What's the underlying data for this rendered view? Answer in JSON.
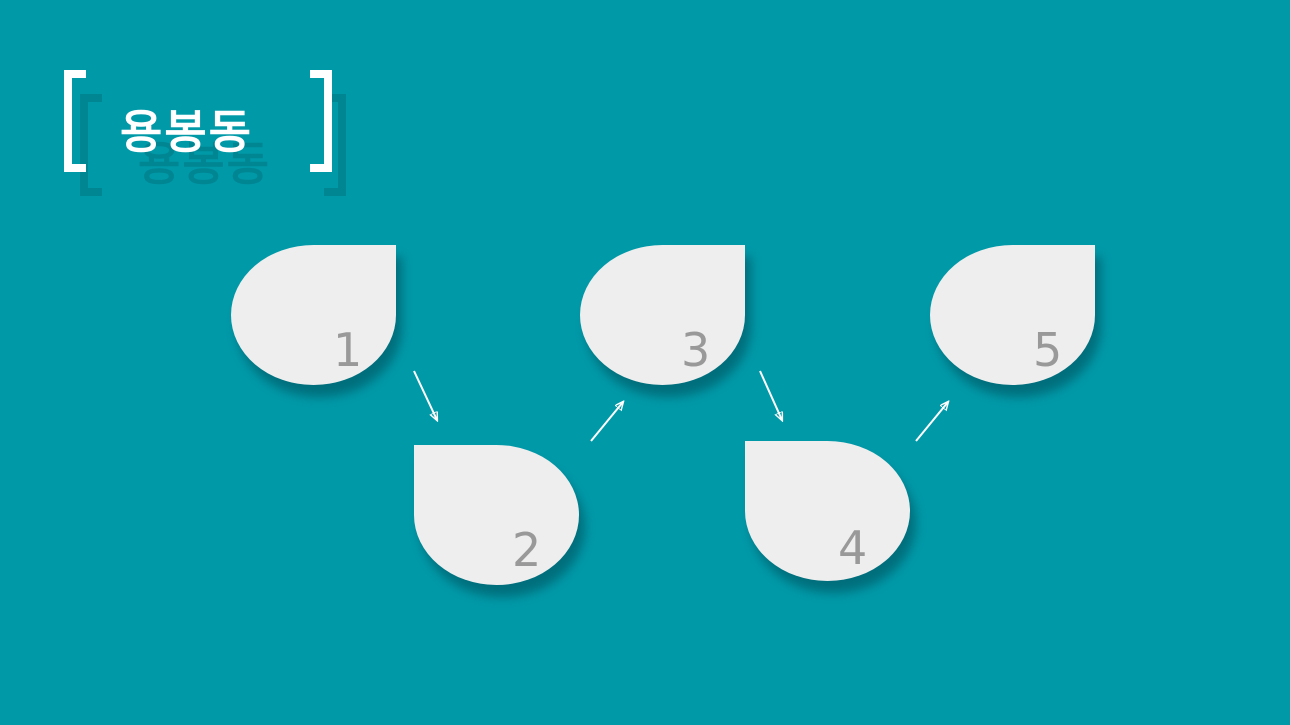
{
  "title": "용봉동",
  "steps": [
    {
      "label": "1"
    },
    {
      "label": "2"
    },
    {
      "label": "3"
    },
    {
      "label": "4"
    },
    {
      "label": "5"
    }
  ],
  "colors": {
    "background": "#0099a8",
    "shape": "#eeeeee",
    "number": "#999999",
    "title": "#ffffff"
  }
}
